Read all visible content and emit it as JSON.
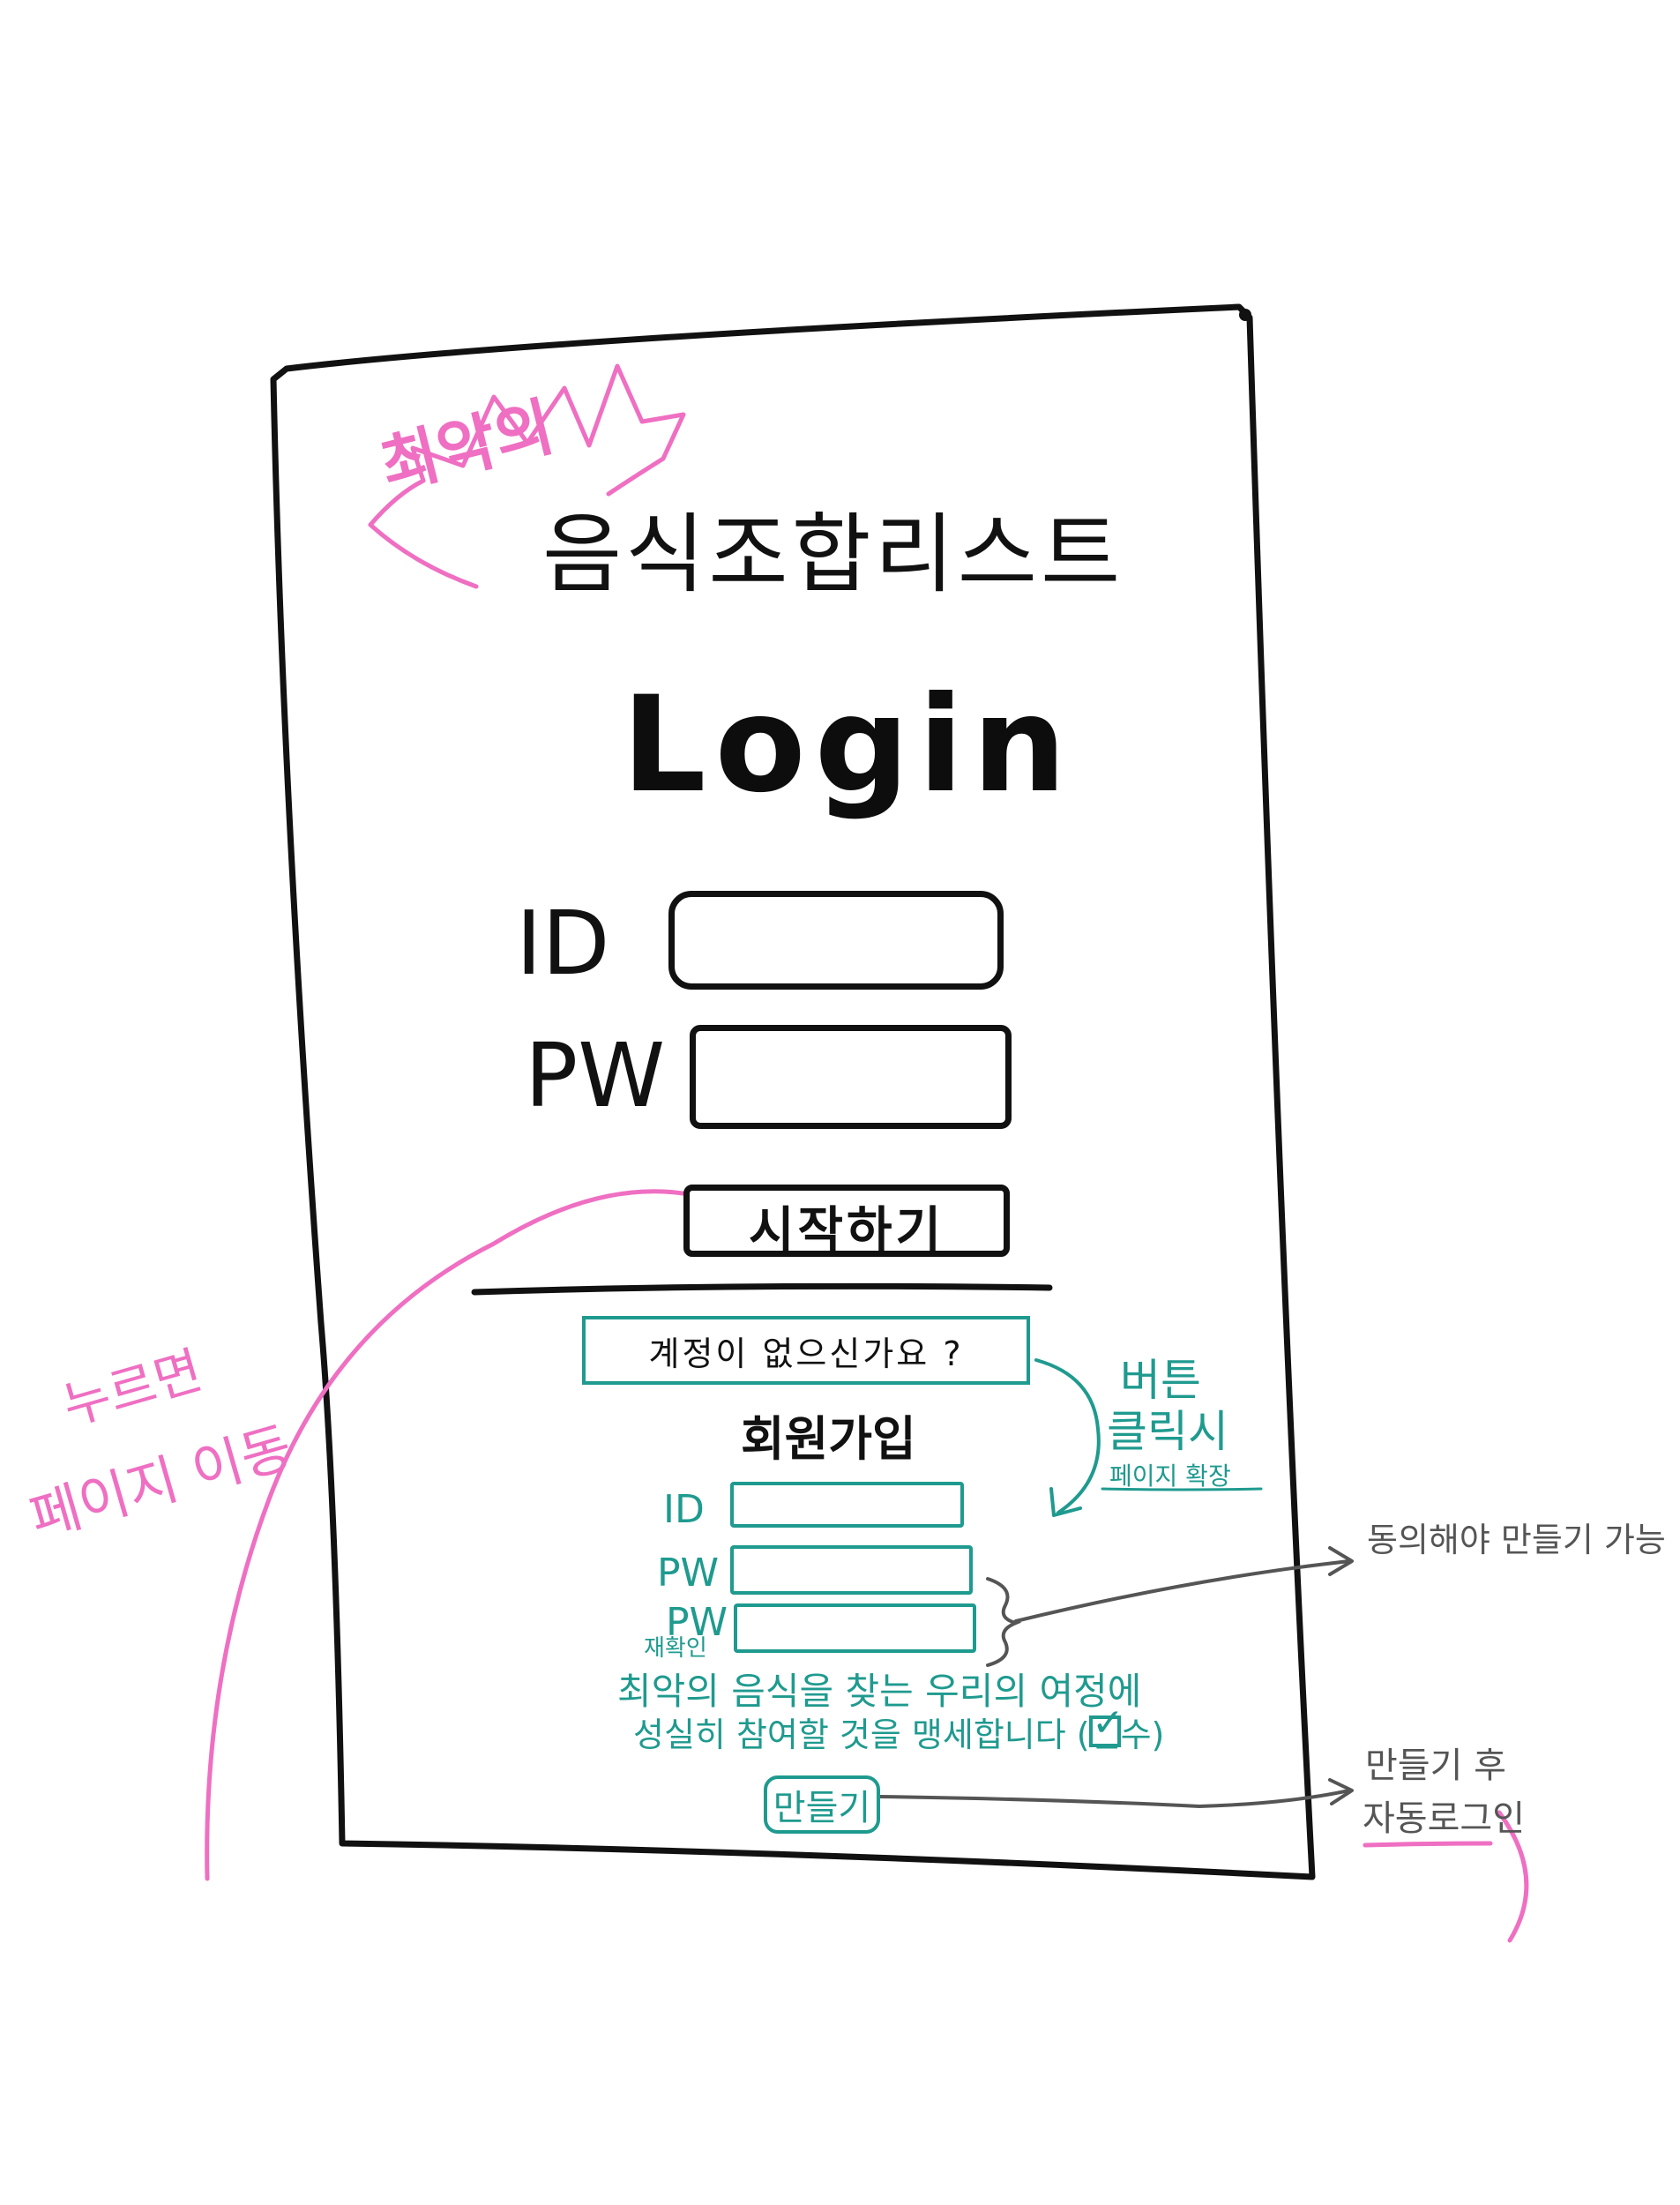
{
  "header": {
    "badge": "최악의",
    "app_title": "음식조합리스트",
    "login_title": "Login"
  },
  "login": {
    "id_label": "ID",
    "pw_label": "PW",
    "start_button": "시작하기"
  },
  "signup": {
    "no_account_button": "계정이  없으신가요 ?",
    "title": "회원가입",
    "id_label": "ID",
    "pw_label": "PW",
    "pw_confirm_label": "PW",
    "pw_confirm_sublabel": "재확인",
    "agreement_line1": "최악의 음식을 찾는 우리의 여정에",
    "agreement_line2": "성실히 참여할 것을 맹세합니다 (필수)",
    "agreement_checked": true,
    "make_button": "만들기"
  },
  "annotations": {
    "left_line1": "누르면",
    "left_line2": "페이지 이동",
    "right_click_line1": "버튼",
    "right_click_line2": "클릭시",
    "right_click_line3": "페이지 확장",
    "agree_note": "동의해야 만들기 가능",
    "after_make_line1": "만들기 후",
    "after_make_line2": "자동로그인"
  },
  "colors": {
    "ink": "#111111",
    "teal": "#1f9a8f",
    "pink": "#ef6fc2",
    "gray": "#555555"
  }
}
